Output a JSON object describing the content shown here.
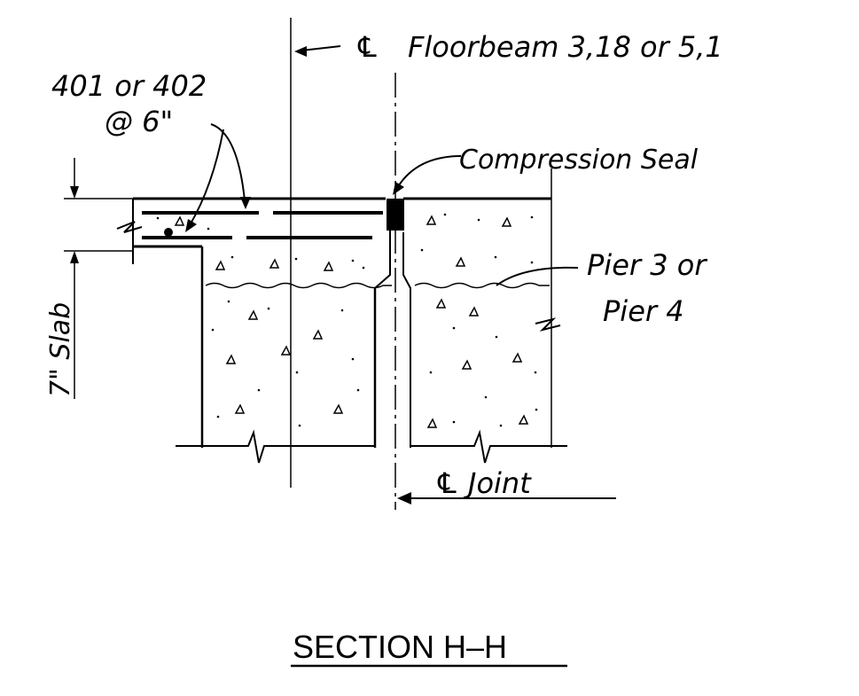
{
  "labels": {
    "floorbeam_cl_symbol": "℄",
    "floorbeam": "Floorbeam 3,18 or 5,1",
    "rebar_line1": "401 or 402",
    "rebar_line2": "@ 6\"",
    "compression_seal": "Compression Seal",
    "pier_line1": "Pier 3  or",
    "pier_line2": "Pier 4",
    "slab_dim": "7\" Slab",
    "joint_cl_symbol": "℄",
    "joint": "Joint",
    "section_title": "SECTION H–H"
  },
  "colors": {
    "ink": "#000000",
    "background": "#ffffff"
  }
}
